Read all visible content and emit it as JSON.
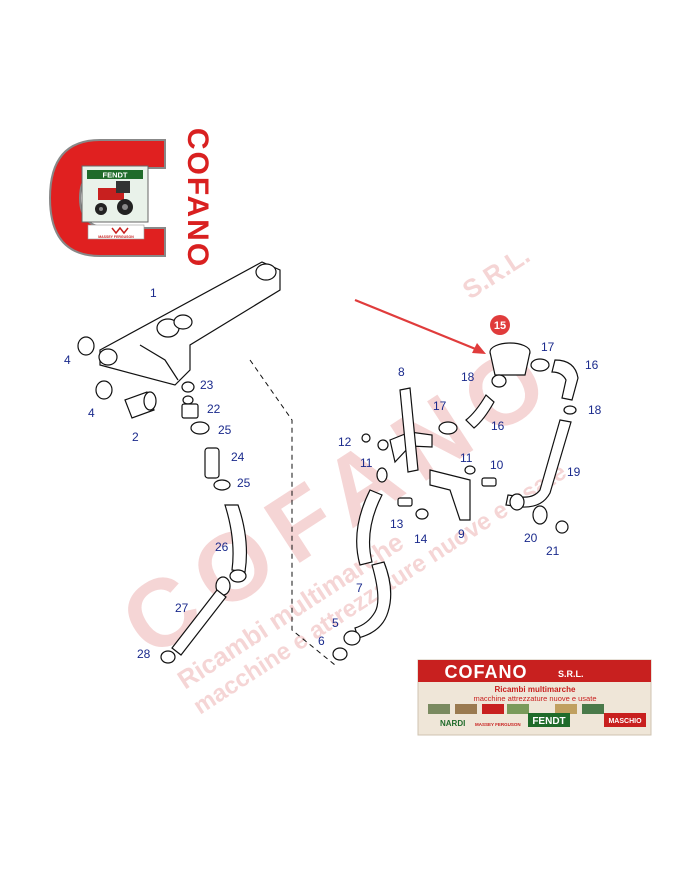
{
  "logo": {
    "brand_text": "COFANO",
    "tractor_badge": "FENDT",
    "footer_badge": "MASSEY FERGUSON"
  },
  "watermark": {
    "main": "COFANO",
    "suffix": "S.R.L.",
    "line1": "Ricambi multimarche",
    "line2": "macchine e attrezzature nuove e usate"
  },
  "highlight": {
    "label": "15",
    "color": "#e03c3c"
  },
  "arrow_color": "#e03c3c",
  "labels": [
    "1",
    "2",
    "4",
    "4",
    "5",
    "6",
    "7",
    "8",
    "9",
    "10",
    "11",
    "11",
    "12",
    "13",
    "14",
    "15",
    "16",
    "16",
    "17",
    "17",
    "18",
    "18",
    "19",
    "20",
    "21",
    "22",
    "23",
    "24",
    "25",
    "25",
    "26",
    "27",
    "28"
  ],
  "banner": {
    "title": "COFANO",
    "suffix": "S.R.L.",
    "subtitle1": "Ricambi multimarche",
    "subtitle2": "macchine attrezzature nuove e usate",
    "brands": [
      "NARDI",
      "MASSEY FERGUSON",
      "FENDT",
      "MASCHIO"
    ]
  }
}
